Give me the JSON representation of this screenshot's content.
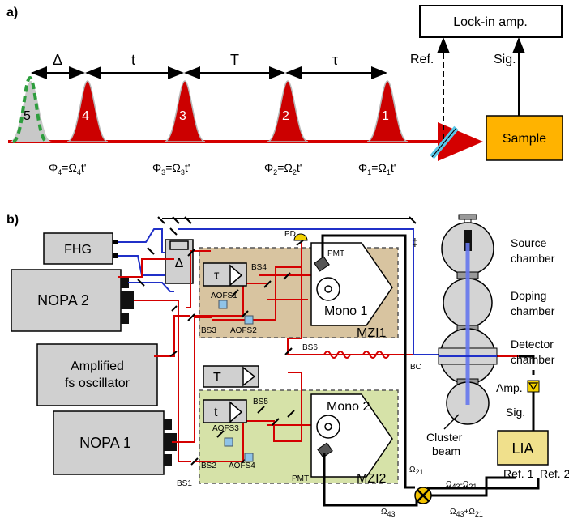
{
  "panel_a": {
    "label": "a)",
    "delays": [
      "Δ",
      "t",
      "T",
      "τ"
    ],
    "pulse_numbers": [
      "5",
      "4",
      "3",
      "2",
      "1"
    ],
    "phases": [
      {
        "Phi": "Φ",
        "i": "4",
        "eq": "=Ω",
        "j": "4",
        "t": "t'"
      },
      {
        "Phi": "Φ",
        "i": "3",
        "eq": "=Ω",
        "j": "3",
        "t": "t'"
      },
      {
        "Phi": "Φ",
        "i": "2",
        "eq": "=Ω",
        "j": "2",
        "t": "t'"
      },
      {
        "Phi": "Φ",
        "i": "1",
        "eq": "=Ω",
        "j": "1",
        "t": "t'"
      }
    ],
    "lockin_label": "Lock-in amp.",
    "ref_label": "Ref.",
    "sig_label": "Sig.",
    "sample_label": "Sample",
    "colors": {
      "pulse": "#cc0000",
      "sample": "#ffb300",
      "ghost_pulse": "#c8c8c8",
      "dashed_pulse": "#2e9e3e",
      "mirror": "#5bc8e8"
    }
  },
  "panel_b": {
    "label": "b)",
    "fhg": "FHG",
    "nopa2": "NOPA 2",
    "osc_line1": "Amplified",
    "osc_line2": "fs oscillator",
    "nopa1": "NOPA 1",
    "delta": "Δ",
    "tau": "τ",
    "T": "T",
    "t": "t",
    "pd": "PD",
    "pmt_top": "PMT",
    "pmt_bottom": "PMT",
    "mono1": "Mono 1",
    "mono2": "Mono 2",
    "mzi1": "MZI1",
    "mzi2": "MZI2",
    "bs1": "BS1",
    "bs2": "BS2",
    "bs3": "BS3",
    "bs4": "BS4",
    "bs5": "BS5",
    "bs6": "BS6",
    "bc": "BC",
    "aofs1": "AOFS1",
    "aofs2": "AOFS2",
    "aofs3": "AOFS3",
    "aofs4": "AOFS4",
    "chambers": [
      "Source",
      "chamber",
      "Doping",
      "chamber",
      "Detector",
      "chamber"
    ],
    "cluster_line1": "Cluster",
    "cluster_line2": "beam",
    "amp": "Amp.",
    "sig": "Sig.",
    "lia": "LIA",
    "ref1": "Ref. 1",
    "ref2": "Ref. 2",
    "omega21": {
      "sym": "Ω",
      "sub": "21"
    },
    "omega43": {
      "sym": "Ω",
      "sub": "43"
    },
    "diff": {
      "a": "Ω",
      "asub": "43",
      "op": "-Ω",
      "bsub": "21"
    },
    "sum": {
      "a": "Ω",
      "asub": "43",
      "op": "+Ω",
      "bsub": "21"
    },
    "colors": {
      "laser": "#d40000",
      "blue_beam": "#2030c8",
      "mzi1_bg": "#d8c4a0",
      "mzi2_bg": "#d6e2a8",
      "box": "#d0d0d0",
      "chamber": "#d4d4d4",
      "lia": "#f0e08c"
    }
  }
}
